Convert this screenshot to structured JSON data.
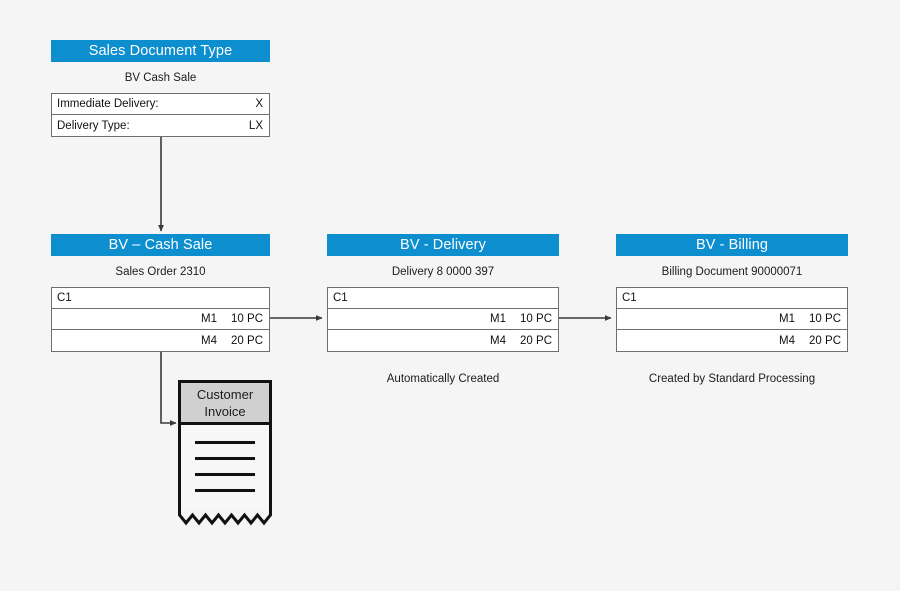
{
  "diagram": {
    "background_color": "#f5f5f5",
    "accent_color": "#0d8ecf",
    "border_color": "#6f6f6f",
    "nodes": {
      "sales_document_type": {
        "header": "Sales Document Type",
        "subtitle": "BV Cash Sale",
        "rows": [
          {
            "label": "Immediate Delivery:",
            "value": "X"
          },
          {
            "label": "Delivery Type:",
            "value": "LX"
          }
        ]
      },
      "cash_sale": {
        "header": "BV – Cash Sale",
        "subtitle": "Sales Order 2310",
        "group": "C1",
        "items": [
          {
            "material": "M1",
            "quantity": "10 PC"
          },
          {
            "material": "M4",
            "quantity": "20 PC"
          }
        ],
        "footnote": ""
      },
      "delivery": {
        "header": "BV - Delivery",
        "subtitle": "Delivery 8 0000 397",
        "group": "C1",
        "items": [
          {
            "material": "M1",
            "quantity": "10 PC"
          },
          {
            "material": "M4",
            "quantity": "20 PC"
          }
        ],
        "footnote": "Automatically Created"
      },
      "billing": {
        "header": "BV - Billing",
        "subtitle": "Billing Document 90000071",
        "group": "C1",
        "items": [
          {
            "material": "M1",
            "quantity": "10 PC"
          },
          {
            "material": "M4",
            "quantity": "20 PC"
          }
        ],
        "footnote": "Created by Standard Processing"
      },
      "customer_invoice": {
        "title_line_1": "Customer",
        "title_line_2": "Invoice",
        "icon": "receipt-icon"
      }
    },
    "connectors": [
      {
        "name": "sales-doc-type-to-cash-sale",
        "icon": "arrow-down-icon"
      },
      {
        "name": "cash-sale-to-delivery",
        "icon": "arrow-right-icon"
      },
      {
        "name": "delivery-to-billing",
        "icon": "arrow-right-icon"
      },
      {
        "name": "cash-sale-to-customer-invoice",
        "icon": "arrow-elbow-icon"
      }
    ]
  }
}
